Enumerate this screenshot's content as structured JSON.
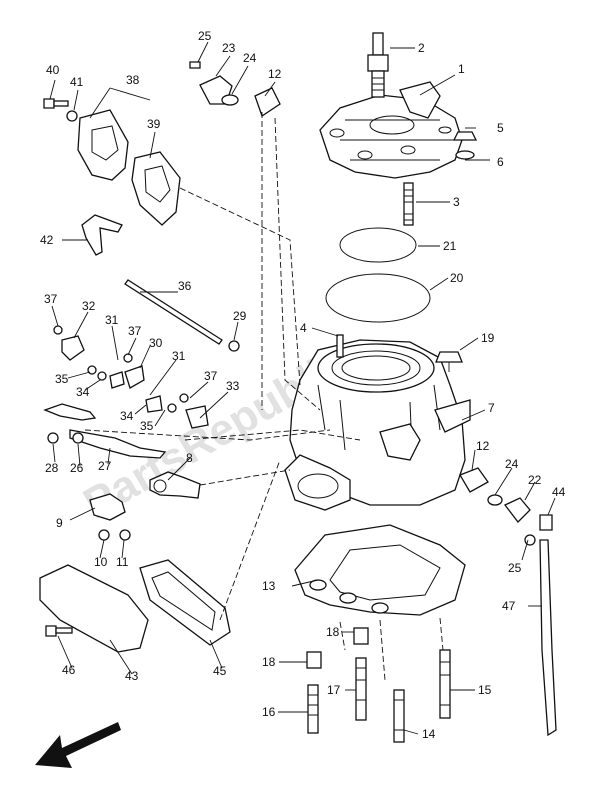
{
  "watermark": "PartsRepublik",
  "callouts": [
    {
      "n": "1"
    },
    {
      "n": "2"
    },
    {
      "n": "3"
    },
    {
      "n": "4"
    },
    {
      "n": "5"
    },
    {
      "n": "6"
    },
    {
      "n": "7"
    },
    {
      "n": "8"
    },
    {
      "n": "9"
    },
    {
      "n": "10"
    },
    {
      "n": "11"
    },
    {
      "n": "12"
    },
    {
      "n": "12"
    },
    {
      "n": "13"
    },
    {
      "n": "14"
    },
    {
      "n": "15"
    },
    {
      "n": "16"
    },
    {
      "n": "17"
    },
    {
      "n": "18"
    },
    {
      "n": "18"
    },
    {
      "n": "19"
    },
    {
      "n": "20"
    },
    {
      "n": "21"
    },
    {
      "n": "22"
    },
    {
      "n": "23"
    },
    {
      "n": "24"
    },
    {
      "n": "24"
    },
    {
      "n": "25"
    },
    {
      "n": "25"
    },
    {
      "n": "26"
    },
    {
      "n": "27"
    },
    {
      "n": "28"
    },
    {
      "n": "29"
    },
    {
      "n": "30"
    },
    {
      "n": "31"
    },
    {
      "n": "31"
    },
    {
      "n": "32"
    },
    {
      "n": "33"
    },
    {
      "n": "34"
    },
    {
      "n": "34"
    },
    {
      "n": "35"
    },
    {
      "n": "35"
    },
    {
      "n": "36"
    },
    {
      "n": "37"
    },
    {
      "n": "37"
    },
    {
      "n": "37"
    },
    {
      "n": "38"
    },
    {
      "n": "39"
    },
    {
      "n": "40"
    },
    {
      "n": "41"
    },
    {
      "n": "42"
    },
    {
      "n": "43"
    },
    {
      "n": "44"
    },
    {
      "n": "45"
    },
    {
      "n": "46"
    },
    {
      "n": "47"
    }
  ]
}
